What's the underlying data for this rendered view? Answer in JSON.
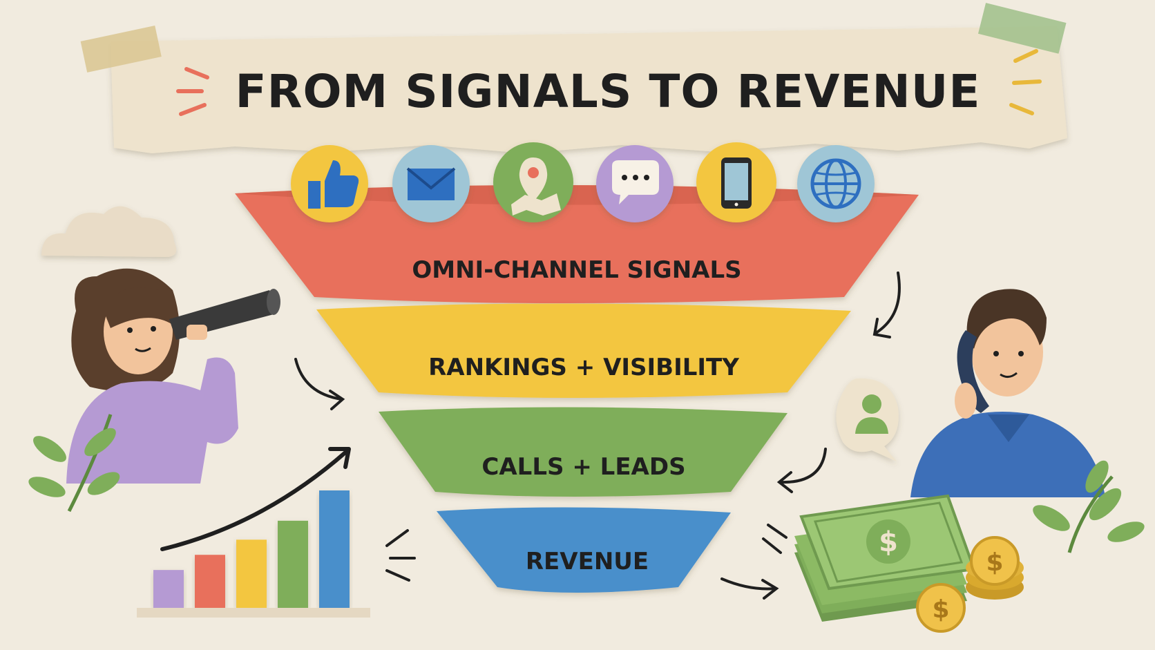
{
  "title": "FROM SIGNALS TO REVENUE",
  "funnel": {
    "stages": [
      {
        "label": "OMNI-CHANNEL SIGNALS",
        "color": "#e8705c"
      },
      {
        "label": "RANKINGS + VISIBILITY",
        "color": "#f3c63f"
      },
      {
        "label": "CALLS + LEADS",
        "color": "#7fae5a"
      },
      {
        "label": "REVENUE",
        "color": "#4a8fcb"
      }
    ]
  },
  "channel_icons": [
    {
      "name": "thumbs-up-icon",
      "color": "#f3c63f"
    },
    {
      "name": "envelope-icon",
      "color": "#9fc6d6"
    },
    {
      "name": "map-pin-icon",
      "color": "#7fae5a"
    },
    {
      "name": "chat-bubble-icon",
      "color": "#b59ad3"
    },
    {
      "name": "smartphone-icon",
      "color": "#f3c63f"
    },
    {
      "name": "globe-icon",
      "color": "#9fc6d6"
    }
  ],
  "bar_chart": {
    "values": [
      1,
      1.4,
      1.8,
      2.3,
      3.1
    ],
    "colors": [
      "#b59ad3",
      "#e8705c",
      "#f3c63f",
      "#7fae5a",
      "#4a8fcb"
    ]
  },
  "colors": {
    "background": "#f1ebdf",
    "paper": "#eee3cd",
    "ink": "#1f1f1f",
    "blue_icon": "#2e6fc0"
  }
}
